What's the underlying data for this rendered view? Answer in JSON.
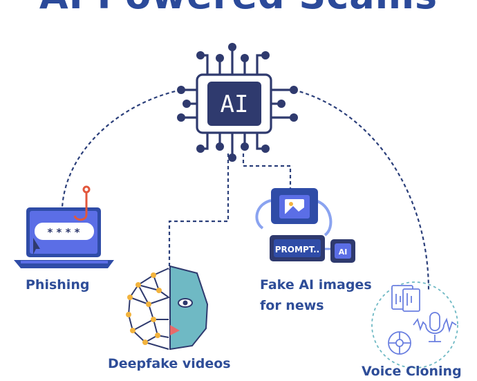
{
  "title": "AI Powered Scams",
  "hub": {
    "label": "AI"
  },
  "nodes": {
    "phishing": {
      "label": "Phishing",
      "password_mask": "* * * *"
    },
    "deepfake": {
      "label": "Deepfake videos"
    },
    "fake_images": {
      "line1": "Fake AI images",
      "line2": "for news",
      "prompt_text": "PROMPT..",
      "chip_label": "AI"
    },
    "voice": {
      "label": "Voice Cloning"
    }
  },
  "colors": {
    "title": "#2b4a9a",
    "chip": "#2f3a6e",
    "connector": "#2b3f7a",
    "label": "#2e4d98",
    "accent_blue": "#5b6ee6",
    "face_teal": "#6fb9c4"
  }
}
